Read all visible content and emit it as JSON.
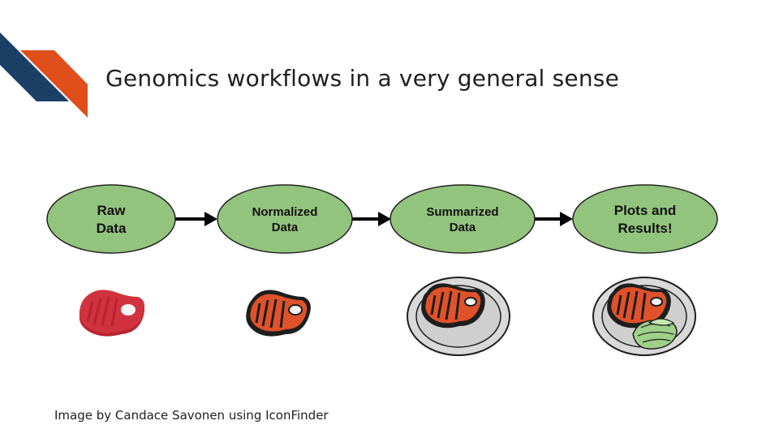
{
  "slide": {
    "title": "Genomics workflows in a very general sense",
    "caption": "Image by Candace Savonen using IconFinder"
  },
  "workflow": {
    "steps": [
      {
        "line1": "Raw",
        "line2": "Data",
        "icon": "raw-steak-icon"
      },
      {
        "line1": "Normalized",
        "line2": "Data",
        "icon": "cooked-steak-icon"
      },
      {
        "line1": "Summarized",
        "line2": "Data",
        "icon": "steak-on-plate-icon"
      },
      {
        "line1": "Plots and",
        "line2": "Results!",
        "icon": "steak-with-salad-plate-icon"
      }
    ]
  },
  "colors": {
    "node_fill": "#93c47d",
    "node_stroke": "#222222",
    "logo_navy": "#1c3f66",
    "logo_orange": "#e04e1b",
    "raw_meat": "#d0333f",
    "cooked_meat": "#e0522a",
    "plate": "#d9d9d9",
    "salad": "#b7e1a1"
  }
}
